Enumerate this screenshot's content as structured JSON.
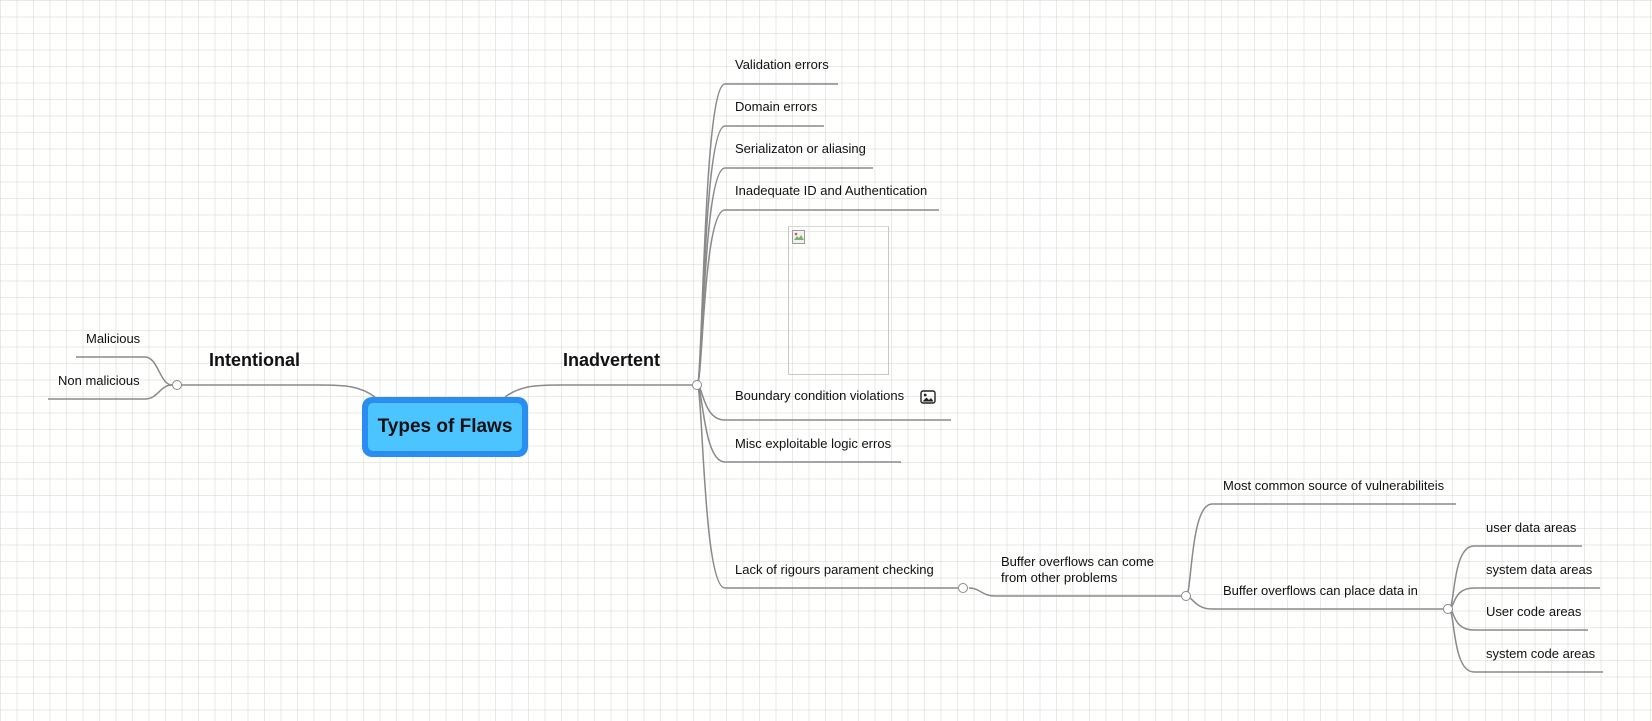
{
  "root": {
    "label": "Types of Flaws"
  },
  "intentional": {
    "label": "Intentional",
    "children": [
      "Malicious",
      "Non malicious"
    ]
  },
  "inadvertent": {
    "label": "Inadvertent",
    "children": [
      "Validation errors",
      "Domain errors",
      "Serializaton or aliasing",
      "Inadequate ID and Authentication",
      "Boundary condition violations",
      "Misc exploitable logic erros",
      "Lack of rigours parament checking"
    ]
  },
  "buffer": {
    "label": "Buffer overflows can come from other problems",
    "children": [
      "Most common source of vulnerabiliteis",
      "Buffer overflows can place data in"
    ]
  },
  "areas": {
    "children": [
      "user data areas",
      "system data areas",
      "User code areas",
      "system code areas"
    ]
  },
  "icons": {
    "image_attachment": "image-icon",
    "broken_image": "broken-image-icon",
    "collapse_knob": "collapse-toggle-icon"
  },
  "colors": {
    "root_border": "#2a8ef0",
    "root_fill": "#4cc4ff",
    "connector": "#8a8a8a"
  }
}
